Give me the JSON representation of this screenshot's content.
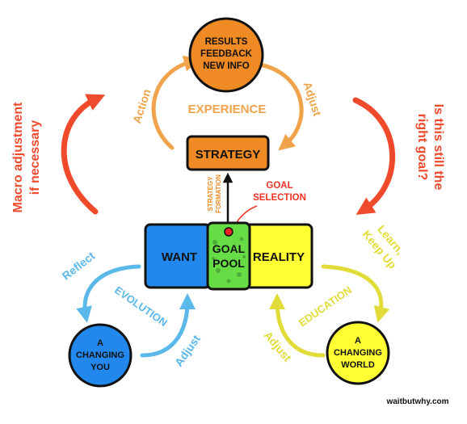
{
  "results_node": {
    "line1": "RESULTS",
    "line2": "FEEDBACK",
    "line3": "NEW INFO"
  },
  "strategy_box": {
    "label": "STRATEGY"
  },
  "experience_label": "EXPERIENCE",
  "action_label": "Action",
  "adjust_top_label": "Adjust",
  "macro_adjustment": {
    "line1": "Macro adjustment",
    "line2": "if necessary"
  },
  "right_goal_question": {
    "line1": "Is this still the",
    "line2": "right goal?"
  },
  "strategy_formation": {
    "line1": "STRATEGY",
    "line2": "FORMATION"
  },
  "goal_selection": {
    "line1": "GOAL",
    "line2": "SELECTION"
  },
  "want_box": {
    "label": "WANT"
  },
  "goal_pool": {
    "line1": "GOAL",
    "line2": "POOL"
  },
  "reality_box": {
    "label": "REALITY"
  },
  "reflect_label": "Reflect",
  "evolution_label": "EVOLUTION",
  "adjust_left_label": "Adjust",
  "changing_you": {
    "line1": "A",
    "line2": "CHANGING",
    "line3": "YOU"
  },
  "learn_keep_up": {
    "line1": "Learn,",
    "line2": "Keep Up"
  },
  "education_label": "EDUCATION",
  "adjust_right_label": "Adjust",
  "changing_world": {
    "line1": "A",
    "line2": "CHANGING",
    "line3": "WORLD"
  },
  "credit": "waitbutwhy.com",
  "colors": {
    "orange": "#f0a34a",
    "orange_fill": "#f08a24",
    "red": "#f04a2c",
    "blue": "#5ab8ea",
    "blue_fill": "#2288ee",
    "yellow": "#e8e34a",
    "yellow_fill": "#ffff33",
    "green_fill": "#66dd44"
  }
}
